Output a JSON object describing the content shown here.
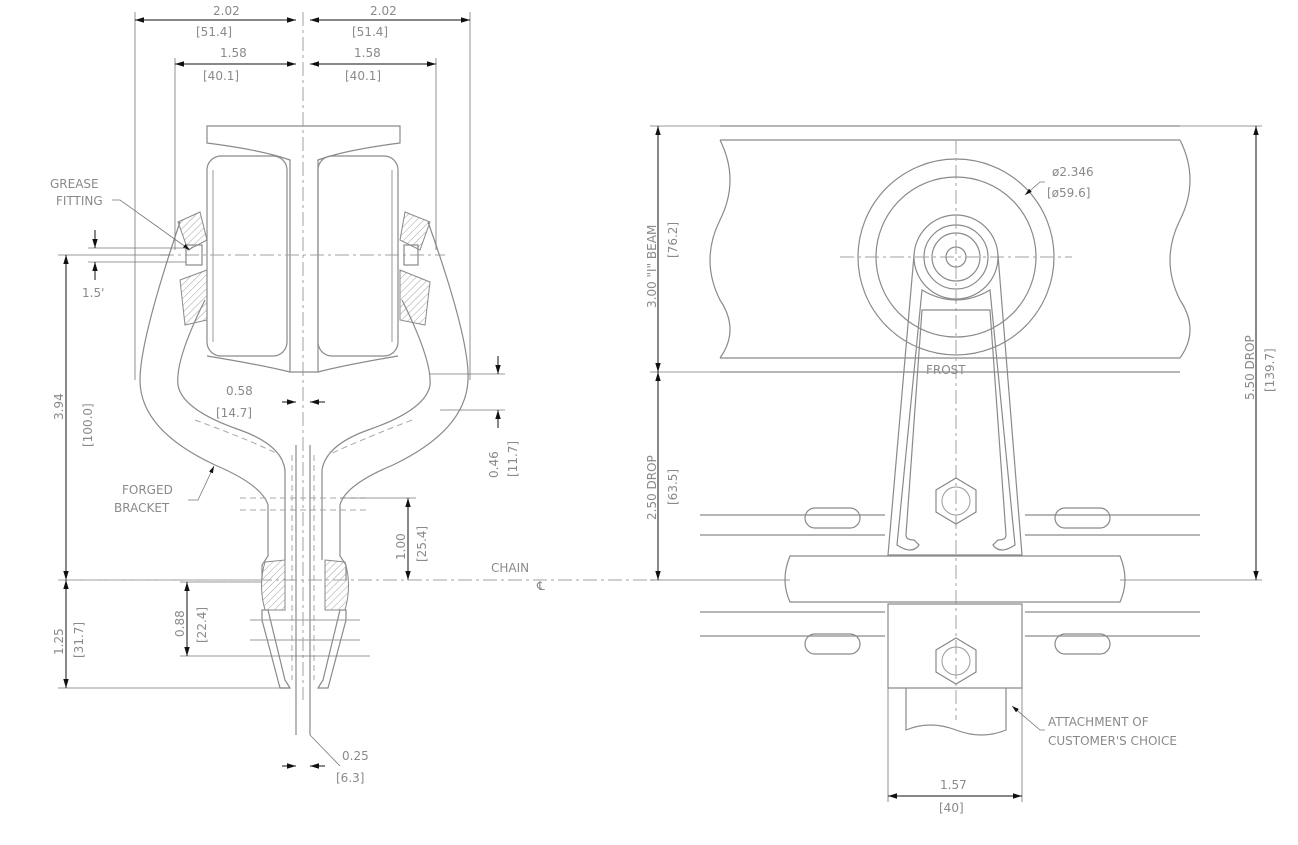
{
  "dimensions": {
    "top_left_outer_in": "2.02",
    "top_left_outer_mm": "[51.4]",
    "top_right_outer_in": "2.02",
    "top_right_outer_mm": "[51.4]",
    "top_left_inner_in": "1.58",
    "top_left_inner_mm": "[40.1]",
    "top_right_inner_in": "1.58",
    "top_right_inner_mm": "[40.1]",
    "grease_offset": "1.5'",
    "height_394_in": "3.94",
    "height_394_mm": "[100.0]",
    "gap_058_in": "0.58",
    "gap_058_mm": "[14.7]",
    "rise_046_in": "0.46",
    "rise_046_mm": "[11.7]",
    "rise_100_in": "1.00",
    "rise_100_mm": "[25.4]",
    "link_088_in": "0.88",
    "link_088_mm": "[22.4]",
    "below_125_in": "1.25",
    "below_125_mm": "[31.7]",
    "thick_025_in": "0.25",
    "thick_025_mm": "[6.3]",
    "wheel_dia_in": "ø2.346",
    "wheel_dia_mm": "[ø59.6]",
    "beam_in": "3.00 \"I\" BEAM",
    "beam_mm": "[76.2]",
    "drop_250_in": "2.50 DROP",
    "drop_250_mm": "[63.5]",
    "drop_550_in": "5.50 DROP",
    "drop_550_mm": "[139.7]",
    "width_157_in": "1.57",
    "width_157_mm": "[40]"
  },
  "labels": {
    "grease_1": "GREASE",
    "grease_2": "FITTING",
    "forged_1": "FORGED",
    "forged_2": "BRACKET",
    "chain": "CHAIN",
    "centerline": "℄",
    "brand": "FROST",
    "attach_1": "ATTACHMENT OF",
    "attach_2": "CUSTOMER'S CHOICE"
  }
}
